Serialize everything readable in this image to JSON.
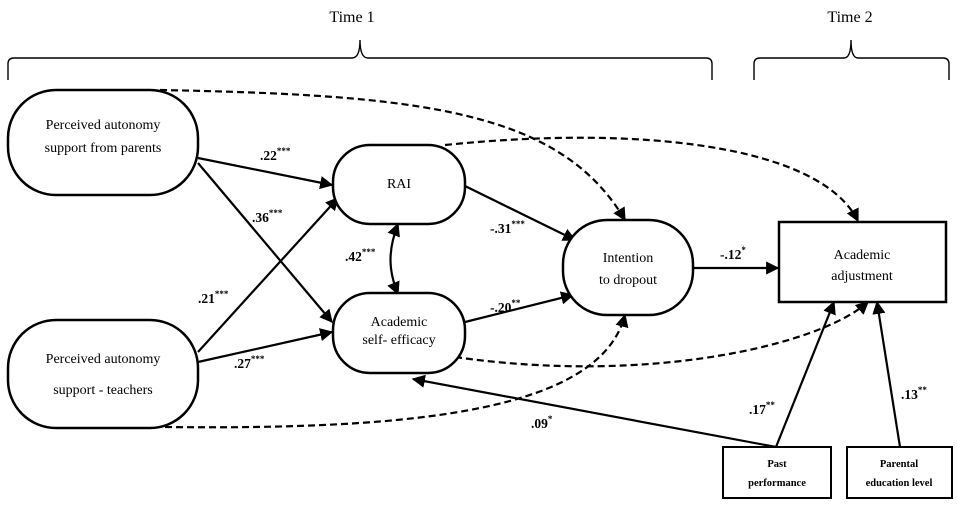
{
  "time_labels": {
    "t1": "Time 1",
    "t2": "Time 2"
  },
  "nodes": {
    "parents": {
      "line1": "Perceived autonomy",
      "line2": "support from parents"
    },
    "teachers": {
      "line1": "Perceived autonomy",
      "line2": "support - teachers"
    },
    "rai": {
      "label": "RAI"
    },
    "efficacy": {
      "line1": "Academic",
      "line2": "self- efficacy"
    },
    "dropout": {
      "line1": "Intention",
      "line2": "to dropout"
    },
    "adjustment": {
      "line1": "Academic",
      "line2": "adjustment"
    },
    "past": {
      "line1": "Past",
      "line2": "performance"
    },
    "parental": {
      "line1": "Parental",
      "line2": "education level"
    }
  },
  "paths": {
    "parents_rai": {
      "value": ".22",
      "sig": "***"
    },
    "parents_efficacy": {
      "value": ".36",
      "sig": "***"
    },
    "teachers_rai": {
      "value": ".21",
      "sig": "***"
    },
    "teachers_efficacy": {
      "value": ".27",
      "sig": "***"
    },
    "rai_efficacy": {
      "value": ".42",
      "sig": "***"
    },
    "rai_dropout": {
      "value": "-.31",
      "sig": "***"
    },
    "efficacy_dropout": {
      "value": "-.20",
      "sig": "**"
    },
    "dropout_adjustment": {
      "value": "-.12",
      "sig": "*"
    },
    "past_adjustment": {
      "value": ".17",
      "sig": "**"
    },
    "parental_adjustment": {
      "value": ".13",
      "sig": "**"
    },
    "past_efficacy": {
      "value": ".09",
      "sig": "*"
    }
  }
}
